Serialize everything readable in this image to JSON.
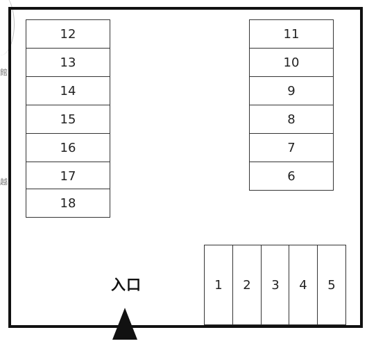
{
  "parking_map": {
    "left_column": [
      "12",
      "13",
      "14",
      "15",
      "16",
      "17",
      "18"
    ],
    "right_column": [
      "11",
      "10",
      "9",
      "8",
      "7",
      "6"
    ],
    "bottom_row": [
      "1",
      "2",
      "3",
      "4",
      "5"
    ],
    "entrance_label": "入口",
    "edge_text": [
      "館",
      "越"
    ]
  }
}
